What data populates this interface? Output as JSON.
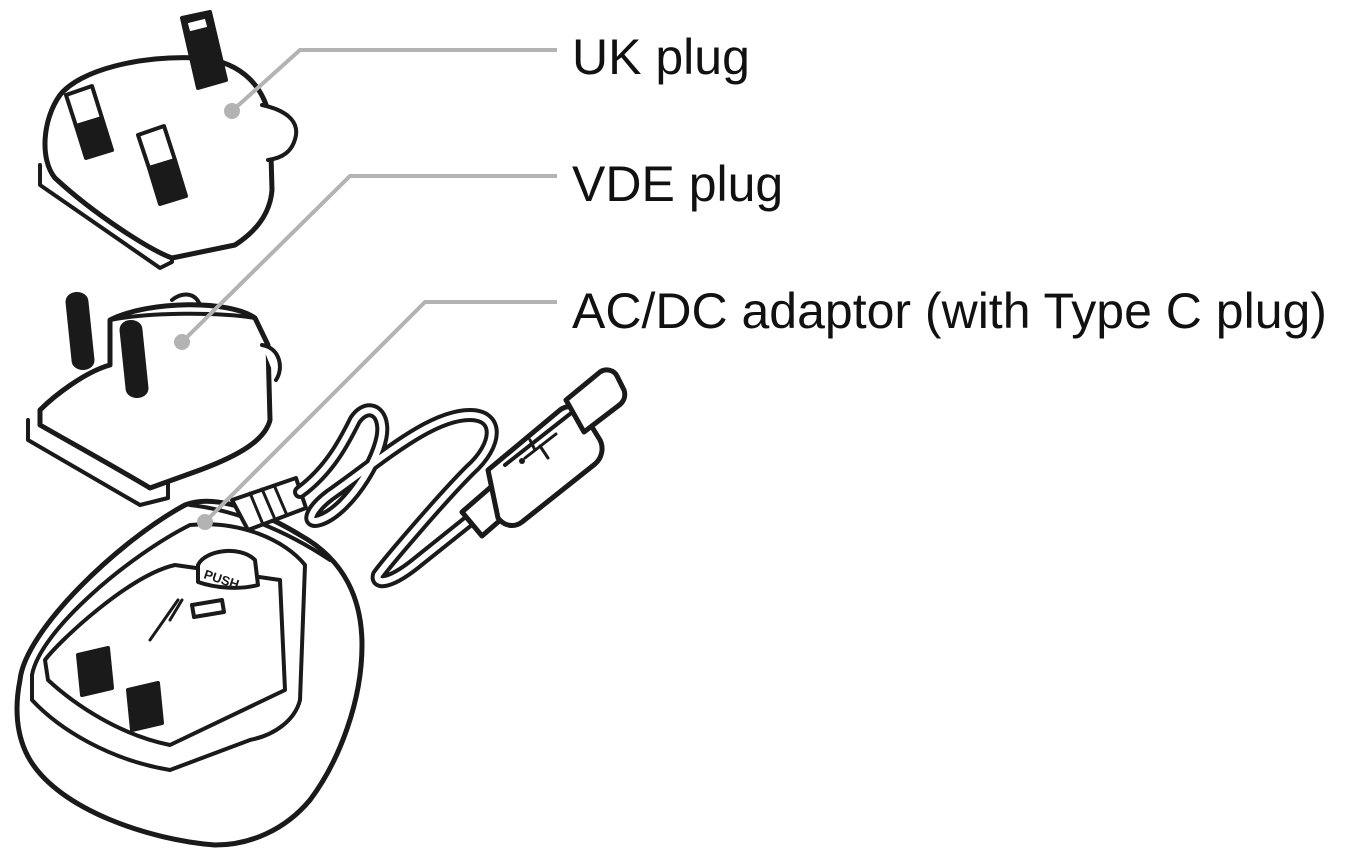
{
  "labels": {
    "uk": "UK plug",
    "vde": "VDE plug",
    "adaptor": "AC/DC adaptor (with Type C plug)"
  },
  "markings": {
    "push": "PUSH"
  },
  "colors": {
    "line_art": "#1a1a1a",
    "leader": "#b3b3b3",
    "background": "#ffffff"
  }
}
